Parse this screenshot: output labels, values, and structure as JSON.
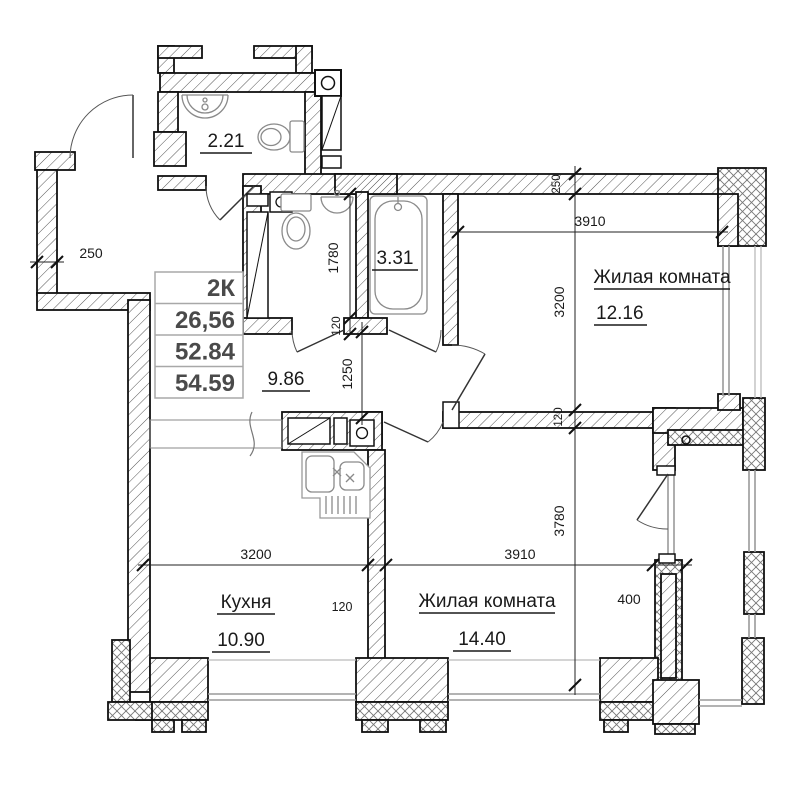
{
  "rooms": {
    "living1": {
      "name": "Жилая комната",
      "area": "12.16"
    },
    "living2": {
      "name": "Жилая комната",
      "area": "14.40"
    },
    "kitchen": {
      "name": "Кухня",
      "area": "10.90"
    },
    "hall": {
      "area": "9.86"
    },
    "bathroom": {
      "area": "3.31"
    },
    "wc": {
      "area": "2.21"
    }
  },
  "info_table": {
    "rows": [
      "2К",
      "26,56",
      "52.84",
      "54.59"
    ]
  },
  "dimensions": {
    "left_wall": "250",
    "top_wall": "250",
    "living1_width": "3910",
    "living1_depth": "3200",
    "wall_top": "120",
    "bathroom_depth": "1780",
    "wall_mid": "120",
    "hallway_depth": "1250",
    "living2_depth": "3780",
    "kitchen_width": "3200",
    "wall_partition": "120",
    "living2_width": "3910",
    "balcony_offset": "400"
  },
  "colors": {
    "wall_line": "#111111",
    "table_text": "#4a4a4a",
    "glazing": "#9a9a9a"
  }
}
